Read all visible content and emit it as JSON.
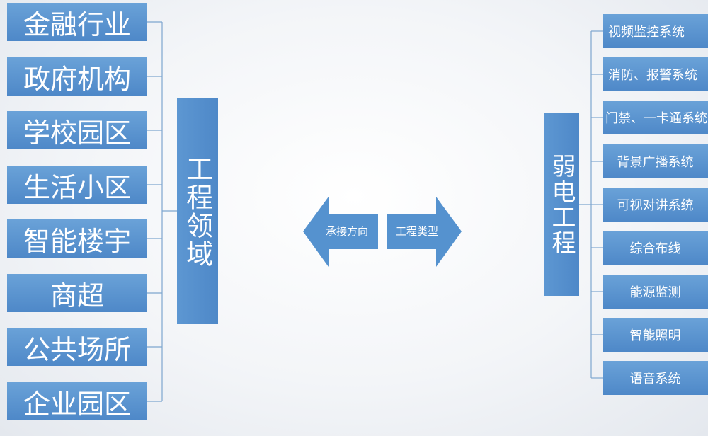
{
  "left_items": [
    "金融行业",
    "政府机构",
    "学校园区",
    "生活小区",
    "智能楼宇",
    "商超",
    "公共场所",
    "企业园区"
  ],
  "left_hub": "工程领域",
  "center": {
    "left_arrow_label": "承接方向",
    "right_arrow_label": "工程类型"
  },
  "right_hub": "弱电工程",
  "right_items": [
    "视频监控系统",
    "消防、报警系统",
    "门禁、一卡通系统",
    "背景广播系统",
    "可视对讲系统",
    "综合布线",
    "能源监测",
    "智能照明",
    "语音系统"
  ],
  "colors": {
    "box": "#5592cf",
    "line": "#7ea6cf",
    "text": "#ffffff"
  }
}
